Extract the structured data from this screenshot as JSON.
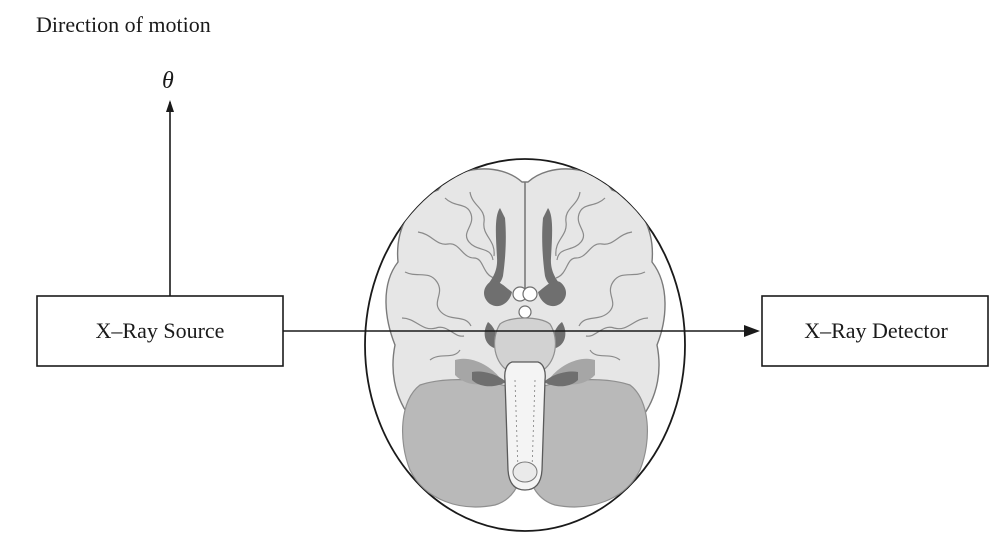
{
  "header": {
    "direction_label": "Direction of motion"
  },
  "motion": {
    "symbol": "θ"
  },
  "source": {
    "label": "X–Ray Source"
  },
  "detector": {
    "label": "X–Ray Detector"
  },
  "colors": {
    "ink": "#1a1a1a",
    "cerebrum": "#e6e6e6",
    "cerebrum_lines": "#7a7a7a",
    "cerebellum": "#b9b9b9",
    "cerebellum_dark": "#a6a6a6",
    "ventricles": "#6f6f6f",
    "brainstem": "#d2d2d2",
    "spinal": "#f4f4f4"
  }
}
